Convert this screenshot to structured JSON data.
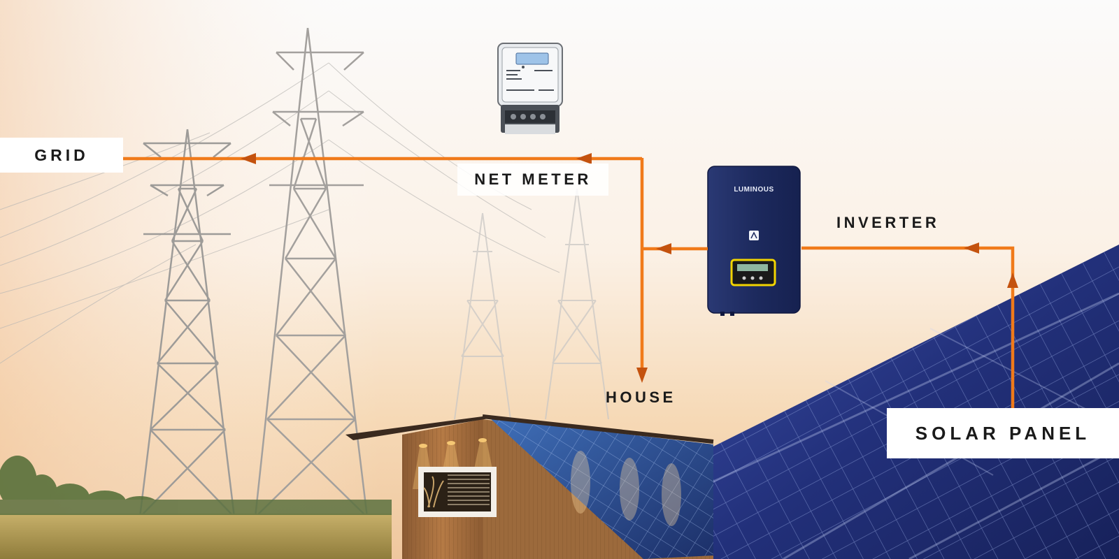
{
  "labels": {
    "grid": "GRID",
    "net_meter": "NET METER",
    "inverter": "INVERTER",
    "house": "HOUSE",
    "solar_panel": "SOLAR PANEL",
    "inverter_brand": "LUMINOUS"
  },
  "colors": {
    "flow_line": "#f07a1a",
    "arrow": "#c4520e",
    "inverter_body": "#1d2a5e",
    "inverter_display_frame": "#f2d400",
    "solar_panel": "#22307a",
    "sky_warm": "#f6d3a8",
    "field": "#b9a35a"
  },
  "icons": [
    "flow-arrow-icon",
    "inverter-logo-icon"
  ]
}
